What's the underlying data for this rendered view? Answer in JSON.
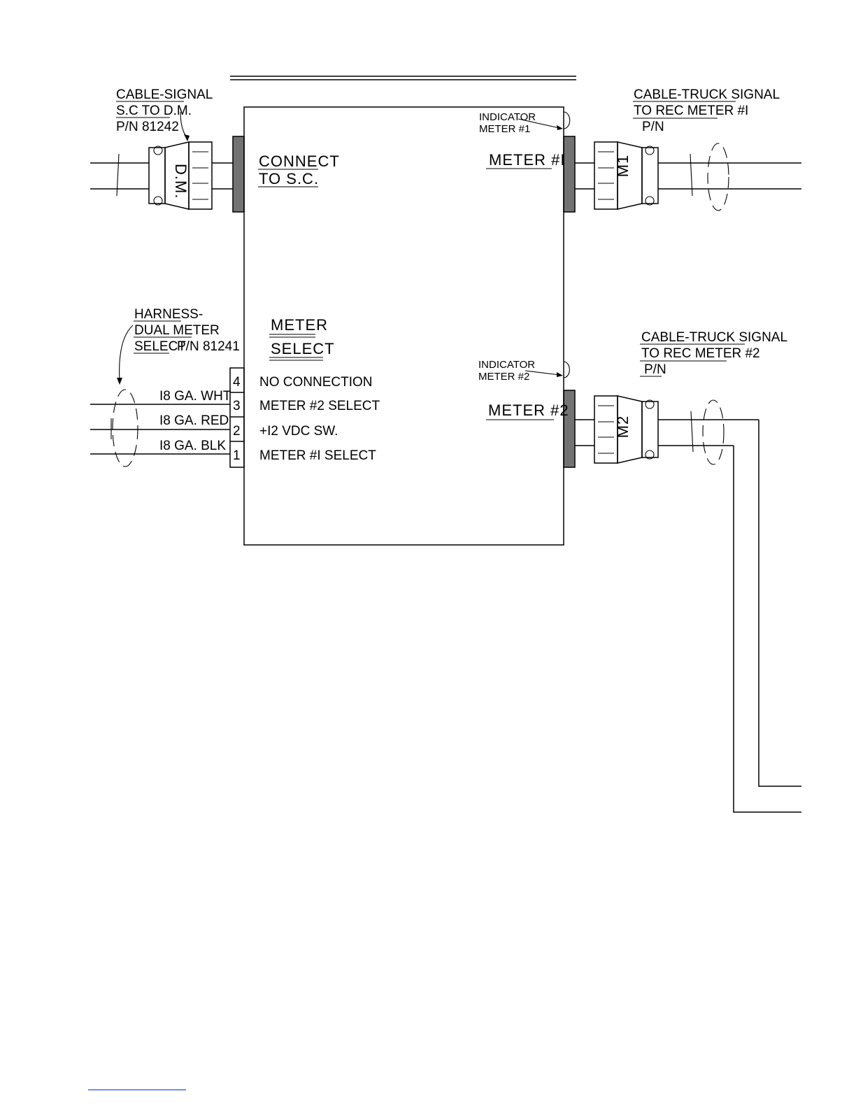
{
  "top_left_cable": {
    "line1": "CABLE-SIGNAL",
    "line2": "S.C TO D.M.",
    "line3": "P/N 81242",
    "connector_label": "D.M."
  },
  "top_right_cable": {
    "line1": "CABLE-TRUCK SIGNAL",
    "line2": "TO REC METER #I",
    "line3": "P/N",
    "connector_label": "M1"
  },
  "bottom_right_cable": {
    "line1": "CABLE-TRUCK SIGNAL",
    "line2": "TO REC METER #2",
    "line3": "P/N",
    "connector_label": "M2"
  },
  "harness": {
    "line1": "HARNESS-",
    "line2": "DUAL METER",
    "line3a": "SELECT",
    "line3b": "P/N 81241",
    "wires": [
      "I8 GA. WHT",
      "I8 GA. RED",
      "I8 GA. BLK"
    ]
  },
  "box": {
    "connect_line1": "CONNECT",
    "connect_line2": "TO S.C.",
    "meter1": "METER #I",
    "meter2": "METER #2",
    "indicator1_line1": "INDICATOR",
    "indicator1_line2": "METER #1",
    "indicator2_line1": "INDICATOR",
    "indicator2_line2": "METER #2",
    "meter_select_line1": "METER",
    "meter_select_line2": "SELECT"
  },
  "terminals": [
    {
      "num": "4",
      "label": "NO CONNECTION"
    },
    {
      "num": "3",
      "label": "METER #2 SELECT"
    },
    {
      "num": "2",
      "label": "+I2 VDC SW."
    },
    {
      "num": "1",
      "label": "METER #I SELECT"
    }
  ]
}
